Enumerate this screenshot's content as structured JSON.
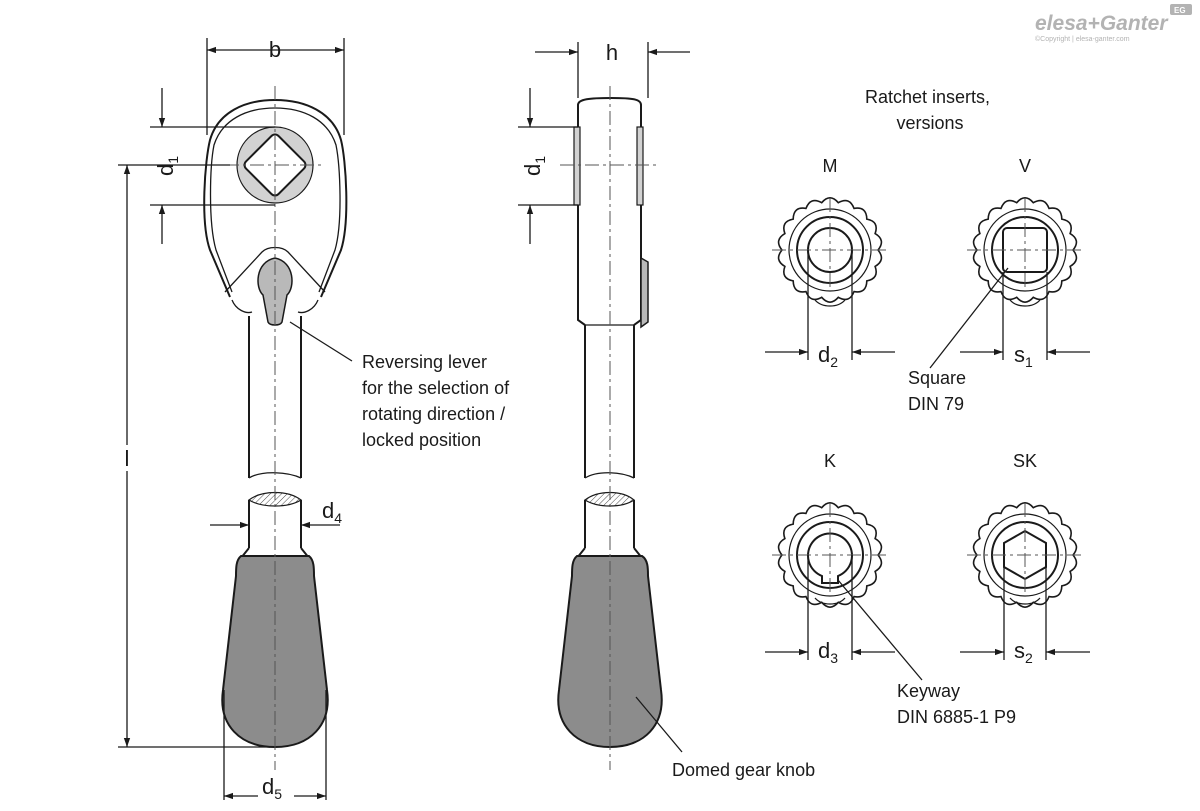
{
  "brand": {
    "name": "elesa+Ganter",
    "badge": "EG",
    "copyright": "©Copyright | elesa-ganter.com"
  },
  "front_view": {
    "dim_b": "b",
    "dim_d1": "d",
    "dim_d1_sub": "1",
    "dim_l": "l",
    "dim_d4": "d",
    "dim_d4_sub": "4",
    "dim_d5": "d",
    "dim_d5_sub": "5",
    "lever_note": [
      "Reversing lever",
      "for the selection of",
      "rotating direction /",
      "locked position"
    ]
  },
  "side_view": {
    "dim_h": "h",
    "dim_d1": "d",
    "dim_d1_sub": "1",
    "knob_note": "Domed gear knob"
  },
  "inserts": {
    "title": [
      "Ratchet inserts,",
      "versions"
    ],
    "versions": [
      {
        "code": "M",
        "dim": "d",
        "dim_sub": "2"
      },
      {
        "code": "V",
        "dim": "s",
        "dim_sub": "1",
        "note": [
          "Square",
          "DIN 79"
        ]
      },
      {
        "code": "K",
        "dim": "d",
        "dim_sub": "3",
        "note": [
          "Keyway",
          "DIN 6885-1 P9"
        ]
      },
      {
        "code": "SK",
        "dim": "s",
        "dim_sub": "2"
      }
    ]
  }
}
